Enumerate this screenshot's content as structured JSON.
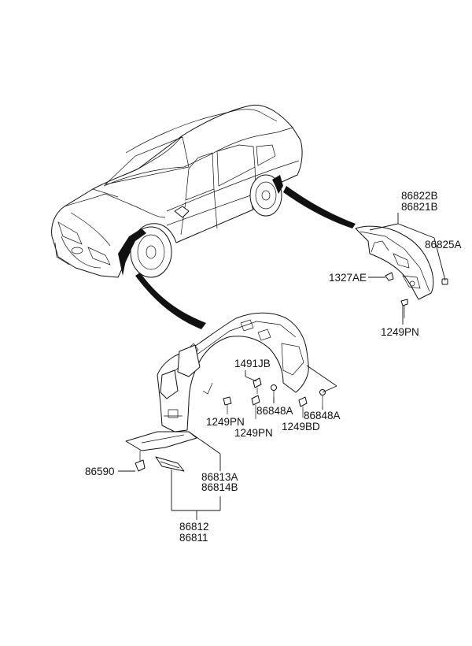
{
  "labels": {
    "rear_liner_a": "86822B",
    "rear_liner_b": "86821B",
    "rear_clip": "86825A",
    "rear_nut": "1327AE",
    "rear_screw": "1249PN",
    "front_bolt": "1491JB",
    "front_screw_1": "1249PN",
    "front_screw_2": "1249PN",
    "front_clip_1": "86848A",
    "front_clip_2": "86848A",
    "front_screw_3": "1249BD",
    "front_fastener": "86590",
    "front_deflector_a": "86813A",
    "front_deflector_b": "86814B",
    "front_liner_a": "86812",
    "front_liner_b": "86811"
  }
}
